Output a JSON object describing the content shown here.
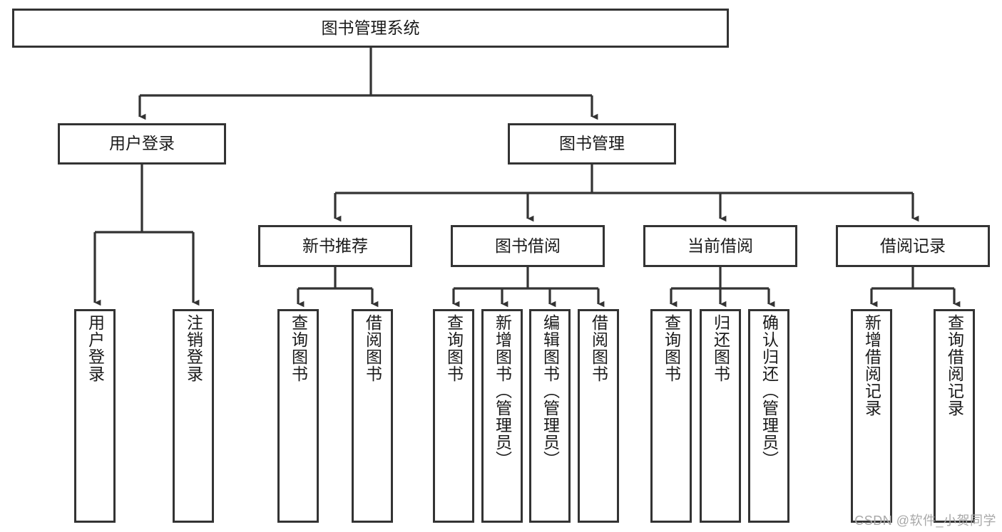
{
  "diagram": {
    "title": "图书管理系统",
    "type": "tree-hierarchy-diagram",
    "colors": {
      "stroke": "#333333",
      "box_fill": "#ffffff",
      "text": "#1a1a1a",
      "watermark": "#a8a8a8",
      "background": "#ffffff"
    },
    "root": {
      "label": "图书管理系统"
    },
    "level1": [
      {
        "label": "用户登录"
      },
      {
        "label": "图书管理"
      }
    ],
    "level2": [
      {
        "label": "新书推荐"
      },
      {
        "label": "图书借阅"
      },
      {
        "label": "当前借阅"
      },
      {
        "label": "借阅记录"
      }
    ],
    "leaves": {
      "user_login": [
        {
          "label": "用户登录"
        },
        {
          "label": "注销登录"
        }
      ],
      "new_book_recommend": [
        {
          "label": "查询图书"
        },
        {
          "label": "借阅图书"
        }
      ],
      "book_borrow": [
        {
          "label": "查询图书"
        },
        {
          "label": "新增图书（管理员）"
        },
        {
          "label": "编辑图书（管理员）"
        },
        {
          "label": "借阅图书"
        }
      ],
      "current_borrow": [
        {
          "label": "查询图书"
        },
        {
          "label": "归还图书"
        },
        {
          "label": "确认归还（管理员）"
        }
      ],
      "borrow_records": [
        {
          "label": "新增借阅记录"
        },
        {
          "label": "查询借阅记录"
        }
      ]
    }
  },
  "watermark": {
    "text": "CSDN @软件_小贺同学"
  }
}
